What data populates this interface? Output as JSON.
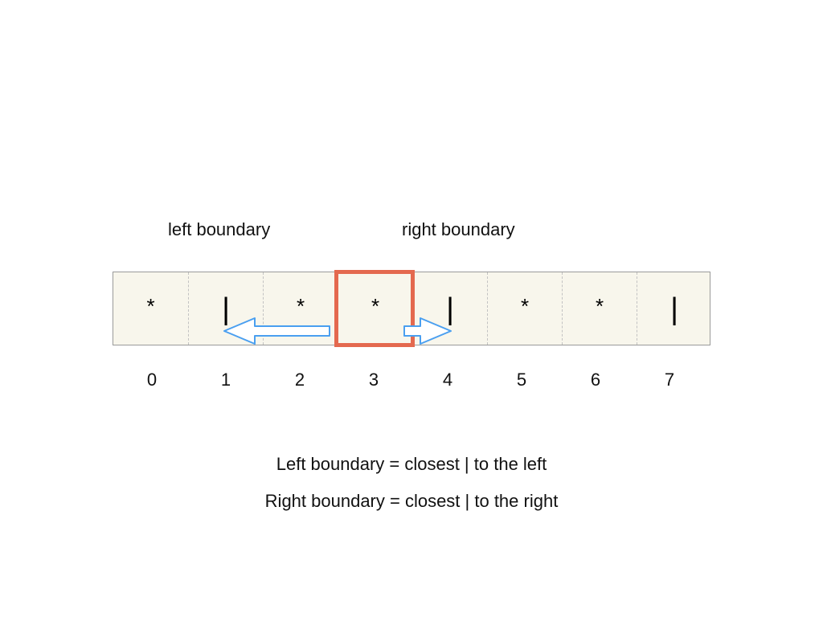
{
  "labels": {
    "left_boundary": "left boundary",
    "right_boundary": "right boundary"
  },
  "cells": [
    {
      "index": "0",
      "symbol": "*"
    },
    {
      "index": "1",
      "symbol": "|"
    },
    {
      "index": "2",
      "symbol": "*"
    },
    {
      "index": "3",
      "symbol": "*"
    },
    {
      "index": "4",
      "symbol": "|"
    },
    {
      "index": "5",
      "symbol": "*"
    },
    {
      "index": "6",
      "symbol": "*"
    },
    {
      "index": "7",
      "symbol": "|"
    }
  ],
  "highlighted_index": 3,
  "captions": {
    "left": "Left boundary = closest | to the left",
    "right": "Right boundary = closest | to the right"
  },
  "colors": {
    "cell_fill": "#f8f6ec",
    "highlight": "#e4694f",
    "arrow_stroke": "#4a9ff0",
    "arrow_fill": "#ffffff"
  }
}
